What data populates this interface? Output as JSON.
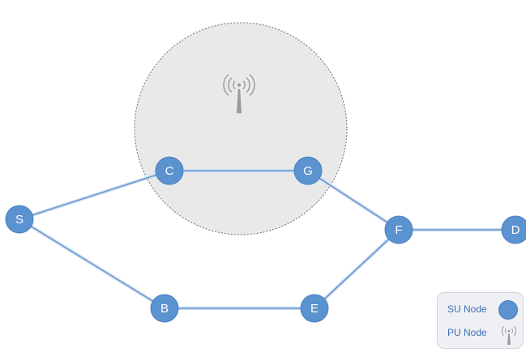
{
  "colors": {
    "node_fill": "#5b92d0",
    "node_stroke": "#4a80c0",
    "link": "#5b8fd0",
    "link_glow": "#c7d8ee",
    "pu_range_fill": "#e9e9e9",
    "pu_range_stroke": "#6d6d6d",
    "tower": "#999999",
    "legend_text": "#3d6fb0"
  },
  "nodes": [
    {
      "id": "S",
      "label": "S"
    },
    {
      "id": "C",
      "label": "C"
    },
    {
      "id": "G",
      "label": "G"
    },
    {
      "id": "F",
      "label": "F"
    },
    {
      "id": "D",
      "label": "D"
    },
    {
      "id": "B",
      "label": "B"
    },
    {
      "id": "E",
      "label": "E"
    }
  ],
  "links": [
    {
      "from": "S",
      "to": "C"
    },
    {
      "from": "C",
      "to": "G"
    },
    {
      "from": "G",
      "to": "F"
    },
    {
      "from": "F",
      "to": "D"
    },
    {
      "from": "S",
      "to": "B"
    },
    {
      "from": "B",
      "to": "E"
    },
    {
      "from": "E",
      "to": "F"
    }
  ],
  "pu": {
    "icon": "radio-tower-icon"
  },
  "legend": {
    "su_label": "SU Node",
    "pu_label": "PU Node",
    "su_icon": "su-node-icon",
    "pu_icon": "radio-tower-icon"
  }
}
